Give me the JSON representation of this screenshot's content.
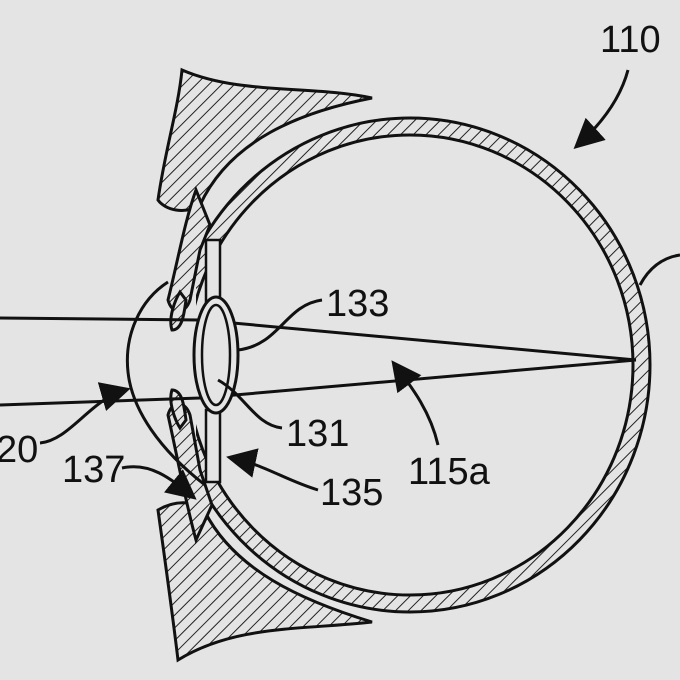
{
  "figure": {
    "labels": {
      "eye": "110",
      "lens_capsule": "133",
      "lens": "131",
      "optical_axis": "115a",
      "ciliary": "135",
      "zonule": "137",
      "light": "20"
    }
  }
}
